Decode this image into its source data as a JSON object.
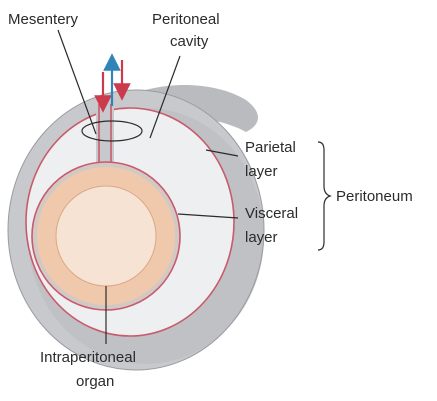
{
  "labels": {
    "mesentery": "Mesentery",
    "peritoneal_cavity_1": "Peritoneal",
    "peritoneal_cavity_2": "cavity",
    "parietal_1": "Parietal",
    "parietal_2": "layer",
    "visceral_1": "Visceral",
    "visceral_2": "layer",
    "peritoneum": "Peritoneum",
    "organ_1": "Intraperitoneal",
    "organ_2": "organ"
  },
  "colors": {
    "wall_gray": "#c8c9cc",
    "wall_gray_dark": "#aeb0b4",
    "cavity_light": "#eeeff1",
    "membrane_pink": "#c85a6c",
    "organ_outer": "#f3d2ba",
    "organ_inner": "#f7e3d3",
    "artery_red": "#cc3a4e",
    "vessel_blue": "#2f85b8"
  }
}
